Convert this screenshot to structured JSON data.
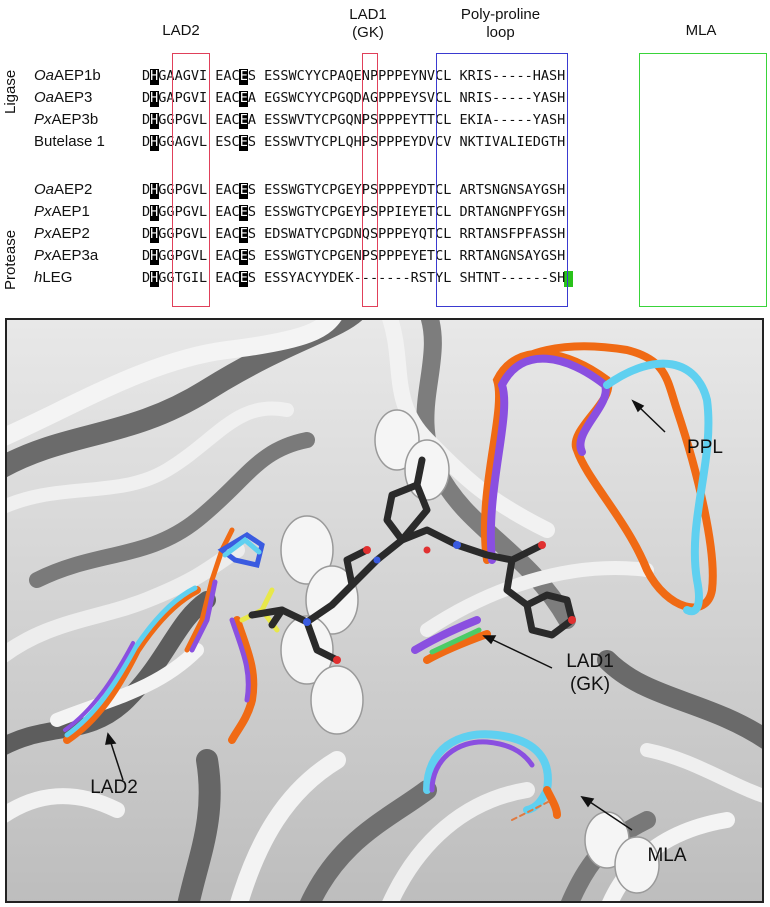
{
  "regions": {
    "lad2": "LAD2",
    "lad1_line1": "LAD1",
    "lad1_line2": "(GK)",
    "ppl_line1": "Poly-proline",
    "ppl_line2": "loop",
    "mla": "MLA"
  },
  "groups": {
    "ligase": "Ligase",
    "protease": "Protease"
  },
  "rows": [
    {
      "prefix": "Oa",
      "name": "AEP1b",
      "seq": "DHGAAGVI EACES ESSWCYYCPAQENPPPPEYNVCL KRIS-----HASH"
    },
    {
      "prefix": "Oa",
      "name": "AEP3",
      "seq": "DHGAPGVI EACEA EGSWCYYCPGQDAGPPPEYSVCL NRIS-----YASH"
    },
    {
      "prefix": "Px",
      "name": "AEP3b",
      "seq": "DHGGPGVL EACEA ESSWVTYCPGQNPSPPPEYTTCL EKIA-----YASH"
    },
    {
      "prefix": "",
      "name": "Butelase 1",
      "seq": "DHGGAGVL ESCES ESSWVTYCPLQHPSPPPEYDVCV NKTIVALIEDGTH"
    },
    {
      "prefix": "Oa",
      "name": "AEP2",
      "seq": "DHGGPGVL EACES ESSWGTYCPGEYPSPPPEYDTCL ARTSNGNSAYGSH"
    },
    {
      "prefix": "Px",
      "name": "AEP1",
      "seq": "DHGGPGVL EACES ESSWGTYCPGEYPSPPIEYETCL DRTANGNPFYGSH"
    },
    {
      "prefix": "Px",
      "name": "AEP2",
      "seq": "DHGGPGVL EACES EDSWATYCPGDNQSPPPEYQTCL RRTANSFPFASSH"
    },
    {
      "prefix": "Px",
      "name": "AEP3a",
      "seq": "DHGGPGVL EACES ESSWGTYCPGENPSPPPEYETCL RRTANGNSAYGSH"
    },
    {
      "prefix": "h",
      "name": "LEG",
      "seq": "DHGGTGIL EACES ESSYACYYDEK-------RSTYL SHTNT------SH"
    }
  ],
  "annotations": {
    "ppl": "PPL",
    "lad1_line1": "LAD1",
    "lad1_line2": "(GK)",
    "lad2": "LAD2",
    "mla": "MLA"
  },
  "colors": {
    "lad_box": "#e0405a",
    "ppl_box": "#3a3ad0",
    "mla_box": "#39d43a",
    "variant_orange": "#f06a14",
    "variant_cyan": "#5fd0f0",
    "variant_purple": "#8a4fe0",
    "ligand": "#2a2a2a"
  }
}
